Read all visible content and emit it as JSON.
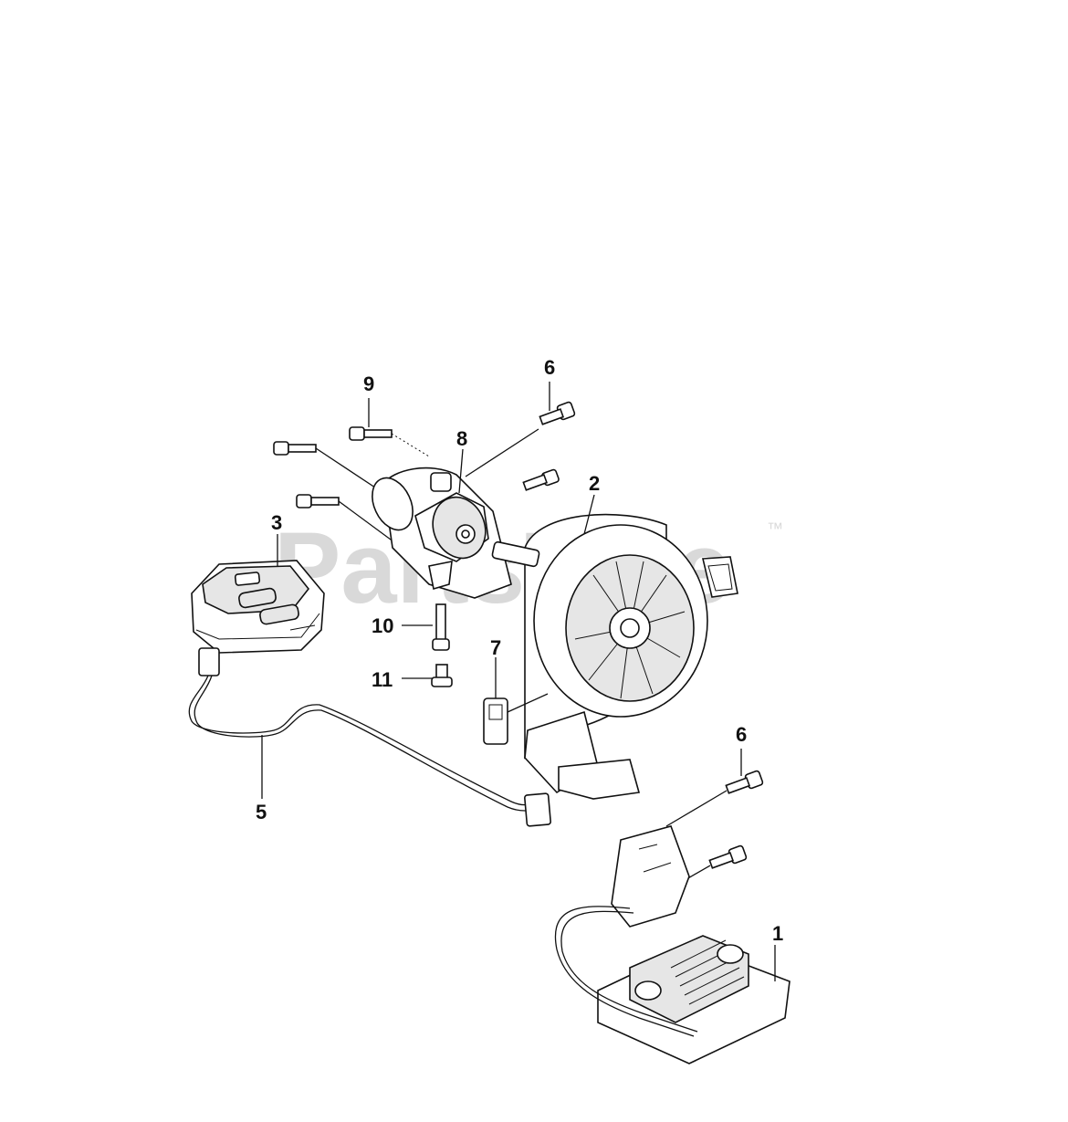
{
  "watermark": {
    "text": "PartsTree",
    "trademark": "™"
  },
  "callouts": {
    "c1": "1",
    "c2": "2",
    "c3": "3",
    "c5": "5",
    "c6a": "6",
    "c6b": "6",
    "c7": "7",
    "c8": "8",
    "c9": "9",
    "c10": "10",
    "c11": "11"
  }
}
